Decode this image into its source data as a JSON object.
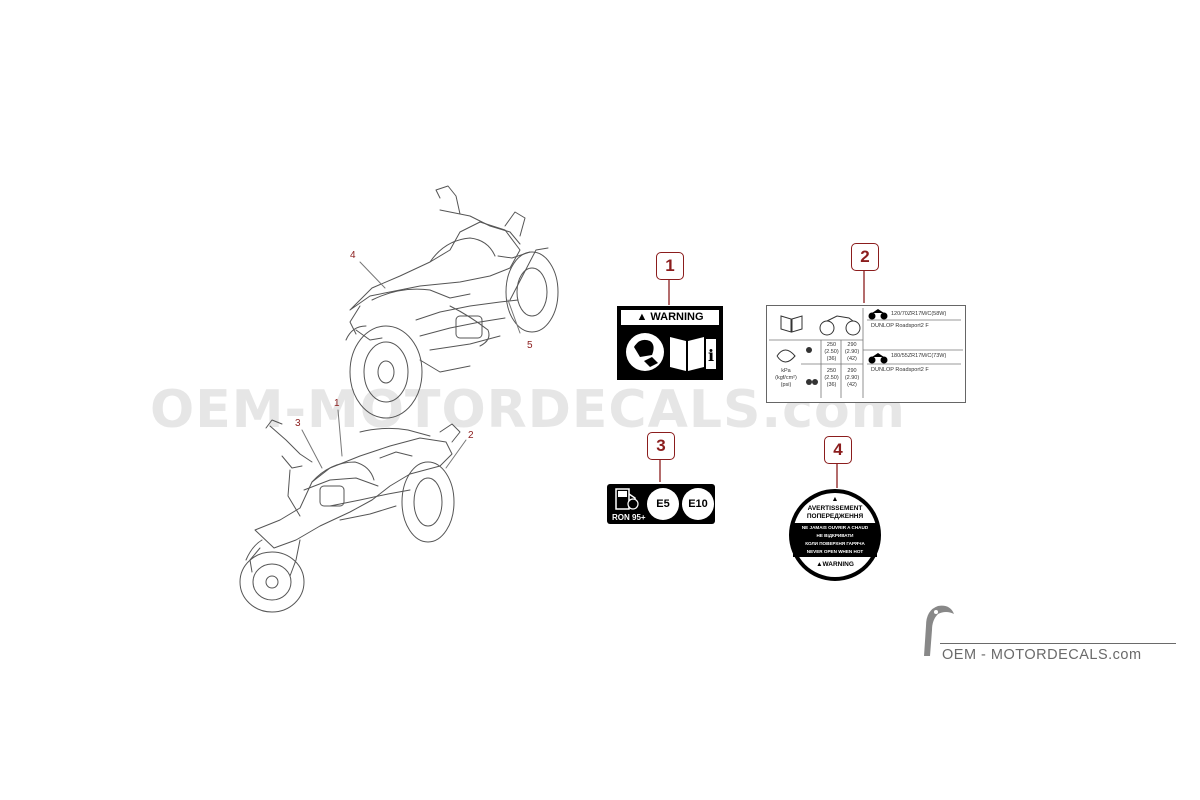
{
  "watermark": {
    "text": "OEM-MOTORDECALS.com"
  },
  "callouts": [
    "1",
    "2",
    "3",
    "4"
  ],
  "diagram_labels": [
    "4",
    "5",
    "1",
    "3",
    "2"
  ],
  "sticker1": {
    "warning": "WARNING"
  },
  "sticker2": {
    "tire_front": "120/70ZR17M/C(58W)",
    "brand_front": "DUNLOP Roadsport2 F",
    "tire_rear": "180/55ZR17M/C(73W)",
    "brand_rear": "DUNLOP Roadsport2 F",
    "units": [
      "kPa",
      "(kgf/cm²)",
      "(psi)"
    ],
    "p1": [
      "250",
      "(2.50)",
      "(36)"
    ],
    "p2": [
      "290",
      "(2.90)",
      "(42)"
    ],
    "p3": [
      "250",
      "(2.50)",
      "(36)"
    ],
    "p4": [
      "290",
      "(2.90)",
      "(42)"
    ]
  },
  "sticker3": {
    "ron": "RON 95+",
    "e5": "E5",
    "e10": "E10"
  },
  "sticker4": {
    "lines": [
      "AVERTISSEMENT",
      "ПОПЕРЕДЖЕННЯ",
      "NE JAMAIS OUVRIR A CHAUD",
      "НЕ ВІДКРИВАТИ",
      "КОЛИ ПОВЕРХНЯ ГАРЯЧА",
      "NEVER OPEN WHEN HOT"
    ],
    "warning": "WARNING"
  },
  "logo": {
    "text": "OEM - MOTORDECALS.com"
  }
}
